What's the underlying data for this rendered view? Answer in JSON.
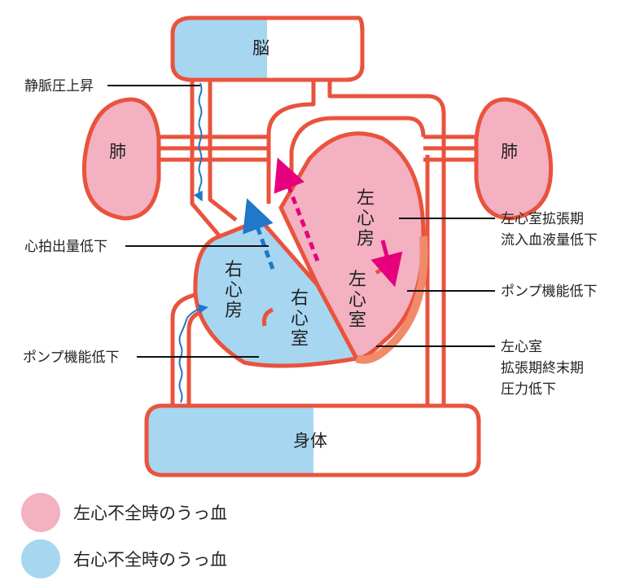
{
  "organs": {
    "brain": "脳",
    "lung_left": "肺",
    "lung_right": "肺",
    "body": "身体"
  },
  "chambers": {
    "right_atrium": [
      "右",
      "心",
      "房"
    ],
    "right_ventricle": [
      "右",
      "心",
      "室"
    ],
    "left_atrium": [
      "左",
      "心",
      "房"
    ],
    "left_ventricle": [
      "左",
      "心",
      "室"
    ]
  },
  "annotations": {
    "venous_pressure": "静脈圧上昇",
    "cardiac_output": "心拍出量低下",
    "pump_left_side": "ポンプ機能低下",
    "lv_filling": [
      "左心室拡張期",
      "流入血液量低下"
    ],
    "pump_right_side": "ポンプ機能低下",
    "lv_pressure": [
      "左心室",
      "拡張期終末期",
      "圧力低下"
    ]
  },
  "legend": [
    {
      "label": "左心不全時のうっ血",
      "color": "#f3b1c1"
    },
    {
      "label": "右心不全時のうっ血",
      "color": "#a7d6f1"
    }
  ],
  "colors": {
    "vessel": "#e9533d",
    "pink": "#f3b1c1",
    "blue": "#a7d6f1",
    "arrow_blue": "#1f78c8",
    "arrow_pink": "#e6007e"
  }
}
